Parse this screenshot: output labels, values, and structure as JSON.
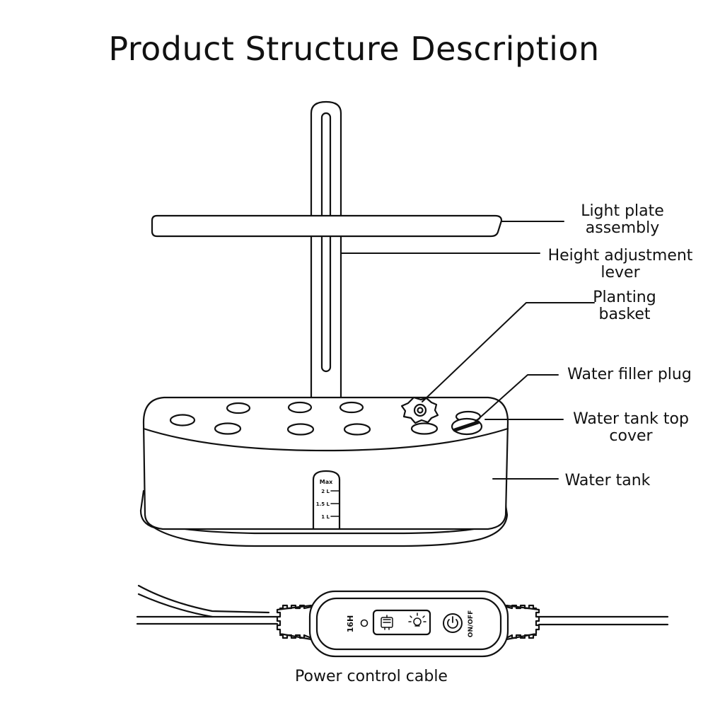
{
  "title": "Product Structure Description",
  "labels": {
    "light_plate": "Light plate assembly",
    "height_lever": "Height adjustment lever",
    "planting_basket": "Planting basket",
    "water_filler_plug": "Water filler plug",
    "water_tank_top_cover": "Water tank top cover",
    "water_tank": "Water tank",
    "power_control_cable": "Power control cable"
  },
  "scale": {
    "max": "Max",
    "mark_2": "2 L",
    "mark_1_5": "1.5 L",
    "mark_1": "1 L"
  },
  "controller": {
    "timer": "16H",
    "power": "ON/OFF"
  },
  "icons": {
    "mode": "plant-mode-icon",
    "light": "bulb-icon",
    "power": "power-icon"
  },
  "colors": {
    "line": "#111111",
    "background": "#ffffff"
  }
}
